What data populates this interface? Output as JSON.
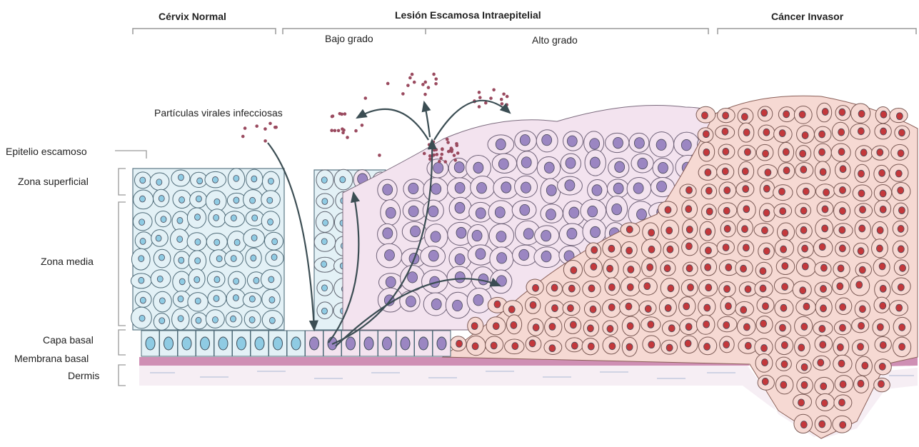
{
  "headers": {
    "normal": "Cérvix Normal",
    "lesion": "Lesión Escamosa Intraepitelial",
    "cancer": "Cáncer Invasor"
  },
  "subheaders": {
    "low": "Bajo grado",
    "high": "Alto grado"
  },
  "annotation": "Partículas virales infecciosas",
  "layers": {
    "epithelium": "Epitelio escamoso",
    "superficial": "Zona superficial",
    "middle": "Zona media",
    "basal": "Capa basal",
    "membrane": "Membrana basal",
    "dermis": "Dermis"
  },
  "colors": {
    "normal_cell_fill": "#e3f1f6",
    "normal_nucleus": "#8fcbe3",
    "lesion_cell_fill": "#f3e3ef",
    "lesion_nucleus": "#9b86c2",
    "cancer_cell_fill": "#f6d9d3",
    "cancer_nucleus": "#c4383b",
    "virus": "#9a4a5f",
    "membrane": "#cf8fb4",
    "dermis": "#f6eef4",
    "arrow": "#3b4d53"
  }
}
